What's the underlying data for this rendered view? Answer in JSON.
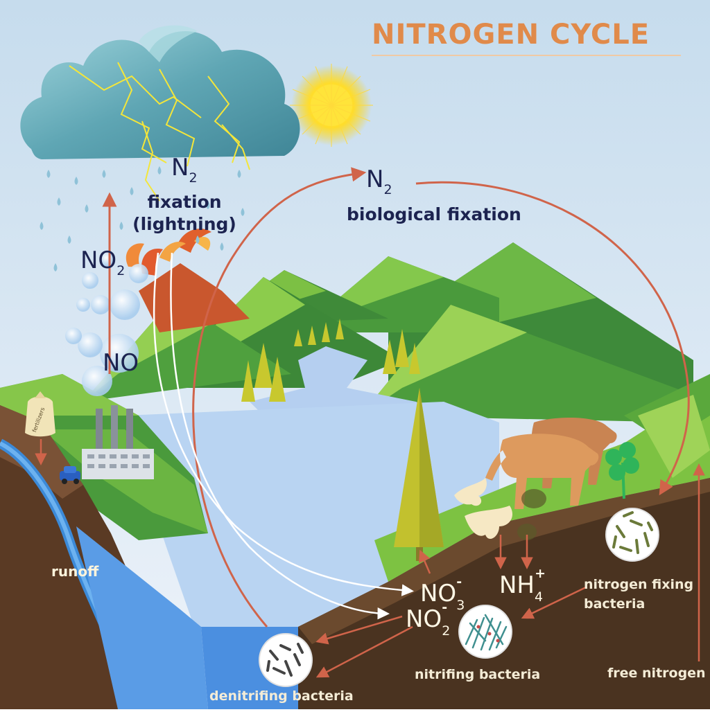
{
  "title": "NITROGEN CYCLE",
  "labels": {
    "n2_left": {
      "main": "N",
      "sub": "2"
    },
    "fixation_line1": "fixation",
    "fixation_line2": "(lightning)",
    "no2": {
      "main": "NO",
      "sub": "2"
    },
    "no": "NO",
    "n2_right": {
      "main": "N",
      "sub": "2"
    },
    "biological_fixation": "biological fixation",
    "fertilizers": "fertilizers",
    "runoff": "runoff",
    "no3": {
      "main": "NO",
      "sub": "3",
      "sup": "-"
    },
    "no2_ion": {
      "main": "NO",
      "sub": "2",
      "sup": "-"
    },
    "nh4": {
      "main": "NH",
      "sub": "4",
      "sup": "+"
    },
    "nitrogen_fixing_line1": "nitrogen fixing",
    "nitrogen_fixing_line2": "bacteria",
    "nitrifing_bacteria": "nitrifing bacteria",
    "free_nitrogen": "free nitrogen",
    "denitrifing_bacteria": "denitrifing bacteria"
  },
  "colors": {
    "title": "#e08a4a",
    "arrow": "#d0644a",
    "sky_top": "#c6dced",
    "sky_bottom": "#e6eef8",
    "water": "#b7d3f2",
    "grass": "#7dc242",
    "soil": "#4a3320",
    "label_dark": "#1c2350"
  }
}
